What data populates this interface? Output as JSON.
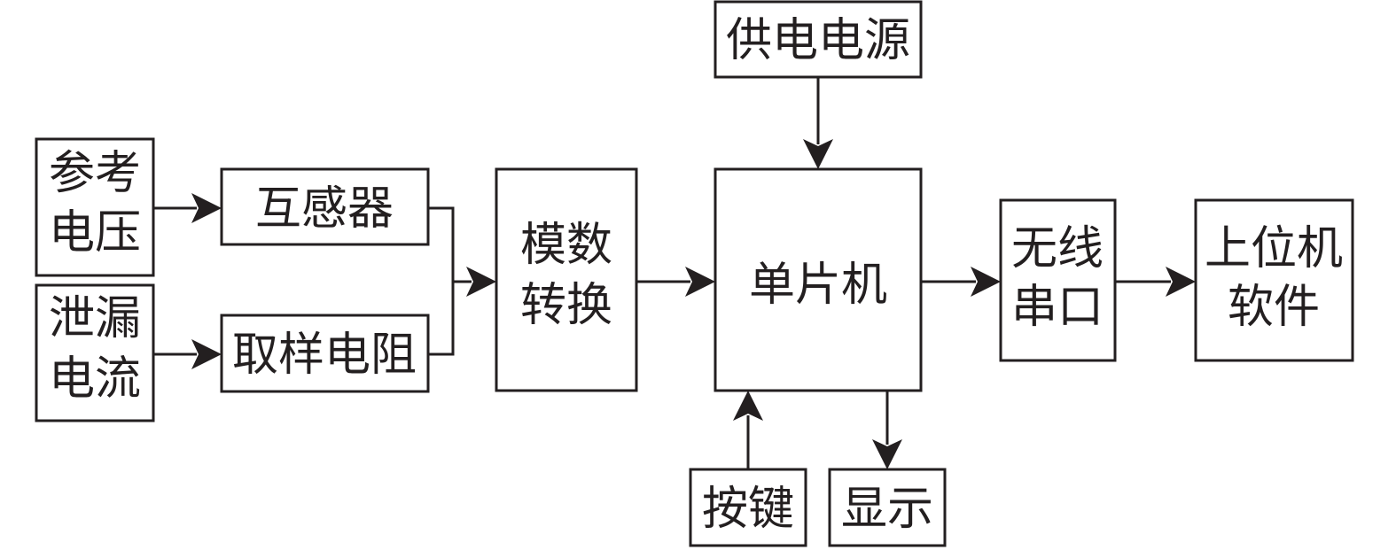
{
  "blocks": {
    "reference_voltage": {
      "line1": "参考",
      "line2": "电压"
    },
    "leakage_current": {
      "line1": "泄漏",
      "line2": "电流"
    },
    "transformer": {
      "label": "互感器"
    },
    "sampling_resistor": {
      "label": "取样电阻"
    },
    "ad_converter": {
      "line1": "模数",
      "line2": "转换"
    },
    "power_supply": {
      "label": "供电电源"
    },
    "mcu": {
      "label": "单片机"
    },
    "keys": {
      "label": "按键"
    },
    "display": {
      "label": "显示"
    },
    "wireless_serial": {
      "line1": "无线",
      "line2": "串口"
    },
    "host_software": {
      "line1": "上位机",
      "line2": "软件"
    }
  }
}
